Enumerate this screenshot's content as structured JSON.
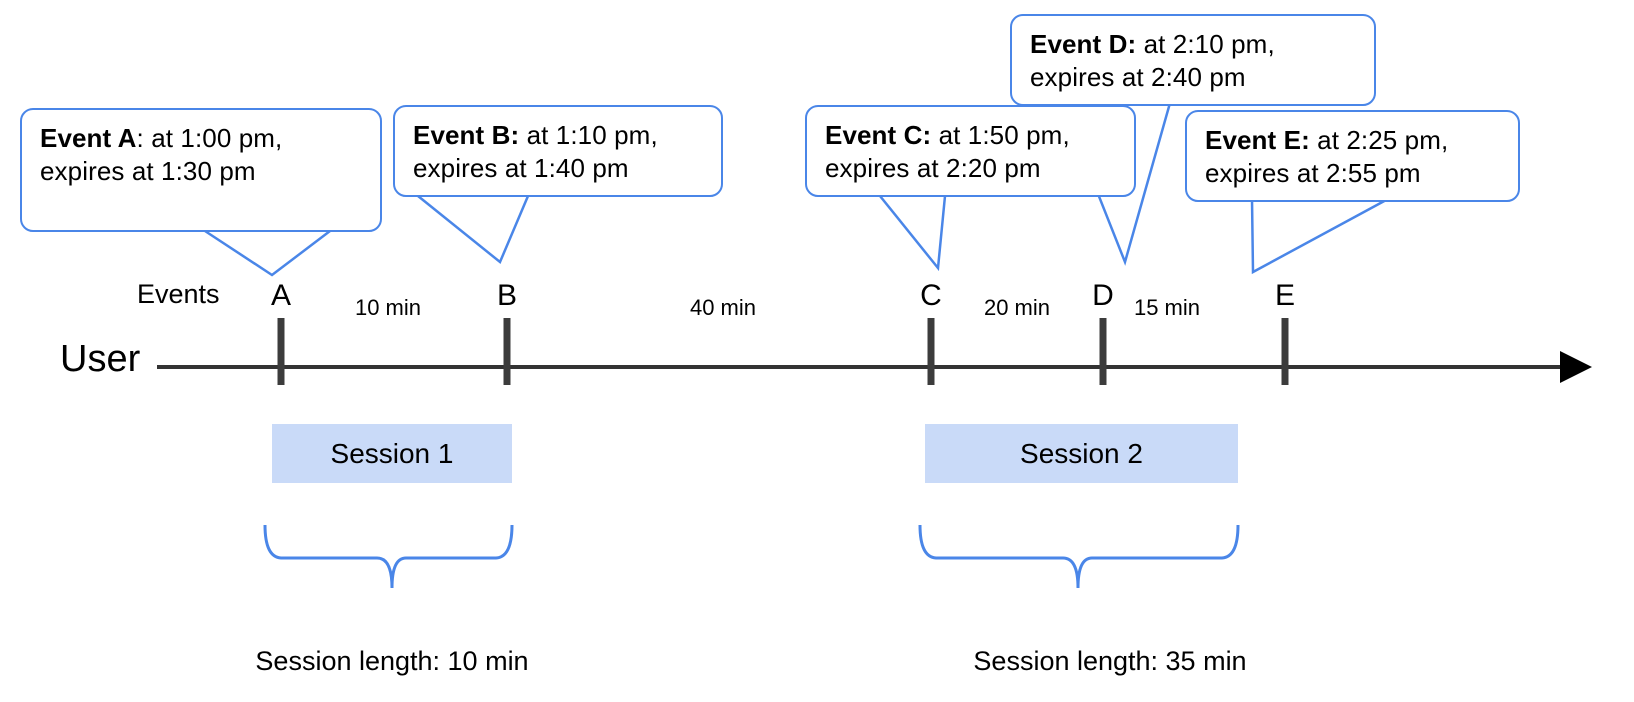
{
  "diagram": {
    "title": "User session timeline with event callouts",
    "colors": {
      "callout_outline": "#4a86e8",
      "session_bar_fill": "#c9daf8",
      "axis": "#333333",
      "tick": "#3c3c3c",
      "text": "#000000",
      "background": "#ffffff"
    },
    "axis": {
      "row_label": "User",
      "events_label": "Events",
      "arrow_direction": "right"
    },
    "events": [
      {
        "key": "A",
        "letter": "A",
        "bold_label": "Event A",
        "separator": ":",
        "detail_line1": " at 1:00 pm,",
        "detail_line2": "expires at 1:30 pm",
        "at_time": "1:00 pm",
        "expires_at": "1:30 pm"
      },
      {
        "key": "B",
        "letter": "B",
        "bold_label": "Event B:",
        "separator": "",
        "detail_line1": " at 1:10 pm,",
        "detail_line2": "expires at 1:40 pm",
        "at_time": "1:10 pm",
        "expires_at": "1:40 pm"
      },
      {
        "key": "C",
        "letter": "C",
        "bold_label": "Event C:",
        "separator": "",
        "detail_line1": " at 1:50 pm,",
        "detail_line2": "expires at 2:20 pm",
        "at_time": "1:50 pm",
        "expires_at": "2:20 pm"
      },
      {
        "key": "D",
        "letter": "D",
        "bold_label": "Event D:",
        "separator": "",
        "detail_line1": " at 2:10 pm,",
        "detail_line2": "expires at 2:40 pm",
        "at_time": "2:10 pm",
        "expires_at": "2:40 pm"
      },
      {
        "key": "E",
        "letter": "E",
        "bold_label": "Event E:",
        "separator": "",
        "detail_line1": " at 2:25 pm,",
        "detail_line2": "expires at 2:55 pm",
        "at_time": "2:25 pm",
        "expires_at": "2:55 pm"
      }
    ],
    "gaps": [
      {
        "from": "A",
        "to": "B",
        "label": "10 min"
      },
      {
        "from": "B",
        "to": "C",
        "label": "40 min"
      },
      {
        "from": "C",
        "to": "D",
        "label": "20 min"
      },
      {
        "from": "D",
        "to": "E",
        "label": "15 min"
      }
    ],
    "sessions": [
      {
        "name": "Session 1",
        "length_label": "Session length: 10 min",
        "length_min": 10,
        "events": [
          "A",
          "B"
        ]
      },
      {
        "name": "Session 2",
        "length_label": "Session length: 35 min",
        "length_min": 35,
        "events": [
          "C",
          "D",
          "E"
        ]
      }
    ]
  },
  "chart_data": {
    "type": "timeline",
    "title": "User session timeline",
    "xlabel": "",
    "ylabel": "User",
    "x": [
      281,
      507,
      931,
      1103,
      1285
    ],
    "categories": [
      "A",
      "B",
      "C",
      "D",
      "E"
    ],
    "point_times": [
      "1:00 pm",
      "1:10 pm",
      "1:50 pm",
      "2:10 pm",
      "2:25 pm"
    ],
    "expiry_times": [
      "1:30 pm",
      "1:40 pm",
      "2:20 pm",
      "2:40 pm",
      "2:55 pm"
    ],
    "interval_labels": [
      "10 min",
      "40 min",
      "20 min",
      "15 min"
    ],
    "interval_values": [
      10,
      40,
      20,
      15
    ],
    "sessions": [
      {
        "name": "Session 1",
        "events": [
          "A",
          "B"
        ],
        "length_min": 10
      },
      {
        "name": "Session 2",
        "events": [
          "C",
          "D",
          "E"
        ],
        "length_min": 35
      }
    ],
    "grid": false,
    "legend": "none"
  }
}
